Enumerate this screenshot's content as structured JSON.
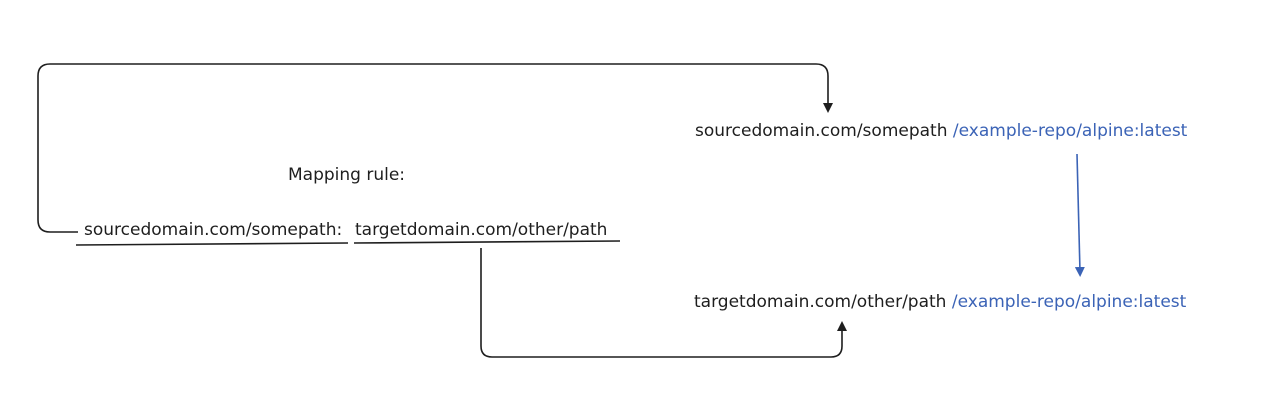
{
  "diagram": {
    "heading": "Mapping rule:",
    "rule": {
      "source_prefix": "sourcedomain.com/somepath:",
      "target_prefix": "targetdomain.com/other/path"
    },
    "source_image": {
      "prefix": "sourcedomain.com/somepath",
      "repo": "/example-repo/alpine:latest"
    },
    "target_image": {
      "prefix": "targetdomain.com/other/path",
      "repo": "/example-repo/alpine:latest"
    }
  },
  "colors": {
    "text": "#1e1e1e",
    "accent": "#3b63b6",
    "background": "#ffffff"
  }
}
